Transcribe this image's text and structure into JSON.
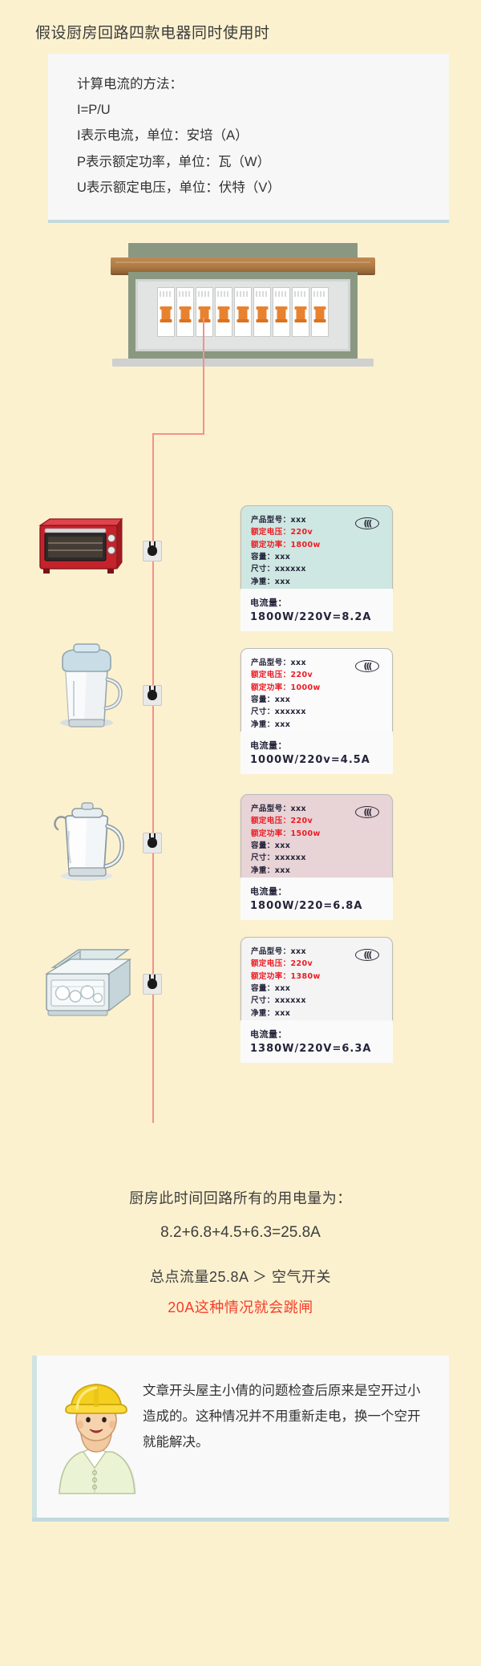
{
  "header": {
    "title": "假设厨房回路四款电器同时使用时",
    "formula_lines": [
      "计算电流的方法：",
      "I=P/U",
      "I表示电流，单位：安培（A）",
      "P表示额定功率，单位：瓦（W）",
      "U表示额定电压，单位：伏特（V）"
    ]
  },
  "panel": {
    "breaker_count": 9,
    "switch_color": "#e8822f"
  },
  "appliances": [
    {
      "name": "oven",
      "card_bg": "#cfe7e2",
      "cert_label": "(((",
      "rows": [
        {
          "text": "产品型号：xxx",
          "red": false
        },
        {
          "text": "额定电压：220v",
          "red": true
        },
        {
          "text": "额定功率：1800w",
          "red": true
        },
        {
          "text": "容量：xxx",
          "red": false
        },
        {
          "text": "尺寸：xxxxxx",
          "red": false
        },
        {
          "text": "净重：xxx",
          "red": false
        }
      ],
      "calc_label": "电流量：",
      "calc_value": "1800W/220V=8.2A"
    },
    {
      "name": "blender",
      "card_bg": "#fbfbfb",
      "cert_label": "(((",
      "rows": [
        {
          "text": "产品型号：xxx",
          "red": false
        },
        {
          "text": "额定电压：220v",
          "red": true
        },
        {
          "text": "额定功率：1000w",
          "red": true
        },
        {
          "text": "容量：xxx",
          "red": false
        },
        {
          "text": "尺寸：xxxxxx",
          "red": false
        },
        {
          "text": "净重：xxx",
          "red": false
        }
      ],
      "calc_label": "电流量：",
      "calc_value": "1000W/220v=4.5A"
    },
    {
      "name": "kettle",
      "card_bg": "#e8d3d6",
      "cert_label": "(((",
      "rows": [
        {
          "text": "产品型号：xxx",
          "red": false
        },
        {
          "text": "额定电压：220v",
          "red": true
        },
        {
          "text": "额定功率：1500w",
          "red": true
        },
        {
          "text": "容量：xxx",
          "red": false
        },
        {
          "text": "尺寸：xxxxxx",
          "red": false
        },
        {
          "text": "净重：xxx",
          "red": false
        }
      ],
      "calc_label": "电流量：",
      "calc_value": "1800W/220=6.8A"
    },
    {
      "name": "dishwasher",
      "card_bg": "#f4f4f4",
      "cert_label": "(((",
      "rows": [
        {
          "text": "产品型号：xxx",
          "red": false
        },
        {
          "text": "额定电压：220v",
          "red": true
        },
        {
          "text": "额定功率：1380w",
          "red": true
        },
        {
          "text": "容量：xxx",
          "red": false
        },
        {
          "text": "尺寸：xxxxxx",
          "red": false
        },
        {
          "text": "净重：xxx",
          "red": false
        }
      ],
      "calc_label": "电流量：",
      "calc_value": "1380W/220V=6.3A"
    }
  ],
  "summary": {
    "line1": "厨房此时间回路所有的用电量为：",
    "line2": "8.2+6.8+4.5+6.3=25.8A",
    "line3": "总点流量25.8A ＞ 空气开关",
    "line4": "20A这种情况就会跳闸"
  },
  "footer": {
    "text": "文章开头屋主小倩的问题检查后原来是空开过小造成的。这种情况并不用重新走电，换一个空开就能解决。",
    "worker_helmet_color": "#f5cf1e",
    "worker_shirt_color": "#eaf3d4"
  },
  "colors": {
    "page_bg": "#fcf1cf",
    "accent_teal": "#c3dadb",
    "wire_red": "#f4908e",
    "alert_red": "#f2402c"
  }
}
